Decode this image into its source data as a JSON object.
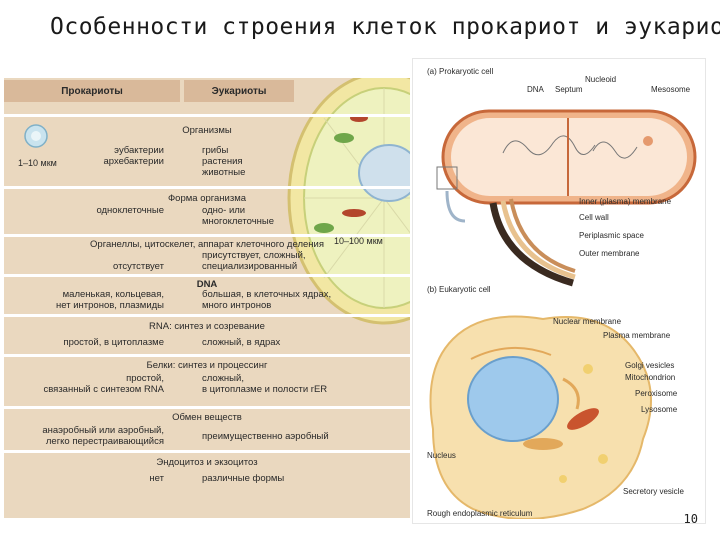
{
  "title": "Особенности строения клеток прокариот и эукариот",
  "table": {
    "header_left": "Прокариоты",
    "header_right": "Эукариоты",
    "rows": [
      {
        "caption": "Организмы",
        "left": "эубактерии\nархебактерии",
        "right": "грибы\nрастения\nживотные"
      },
      {
        "caption": "Форма организма",
        "left": "одноклеточные",
        "right": "одно- или\nмногоклеточные"
      },
      {
        "caption": "Органеллы, цитоскелет, аппарат клеточного деления",
        "left": "отсутствует",
        "right": "присутствует, сложный,\nспециализированный"
      },
      {
        "caption": "DNA",
        "left": "маленькая, кольцевая,\nнет интронов, плазмиды",
        "right": "большая, в клеточных ядрах,\nмного интронов"
      },
      {
        "caption": "RNA: синтез и созревание",
        "left": "простой, в цитоплазме",
        "right": "сложный, в ядрах"
      },
      {
        "caption": "Белки: синтез и процессинг",
        "left": "простой,\nсвязанный с синтезом RNA",
        "right": "сложный,\nв цитоплазме и полости rER"
      },
      {
        "caption": "Обмен веществ",
        "left": "анаэробный или аэробный,\nлегко перестраивающийся",
        "right": "преимущественно аэробный"
      },
      {
        "caption": "Эндоцитоз и экзоцитоз",
        "left": "нет",
        "right": "различные формы"
      }
    ],
    "size_small": "1–10 мкм",
    "size_large": "10–100 мкм"
  },
  "figure": {
    "a_title": "(a) Prokaryotic cell",
    "a_labels": {
      "nucleoid": "Nucleoid",
      "dna": "DNA",
      "septum": "Septum",
      "mesosome": "Mesosome",
      "inner_membrane": "Inner (plasma) membrane",
      "cell_wall": "Cell wall",
      "periplasmic": "Periplasmic space",
      "outer_membrane": "Outer membrane"
    },
    "b_title": "(b) Eukaryotic cell",
    "b_labels": {
      "nuclear_membrane": "Nuclear membrane",
      "plasma_membrane": "Plasma membrane",
      "golgi": "Golgi vesicles",
      "mitochondrion": "Mitochondrion",
      "peroxisome": "Peroxisome",
      "lysosome": "Lysosome",
      "nucleus": "Nucleus",
      "secretory": "Secretory vesicle",
      "rer": "Rough endoplasmic reticulum"
    }
  },
  "page_number": "10"
}
